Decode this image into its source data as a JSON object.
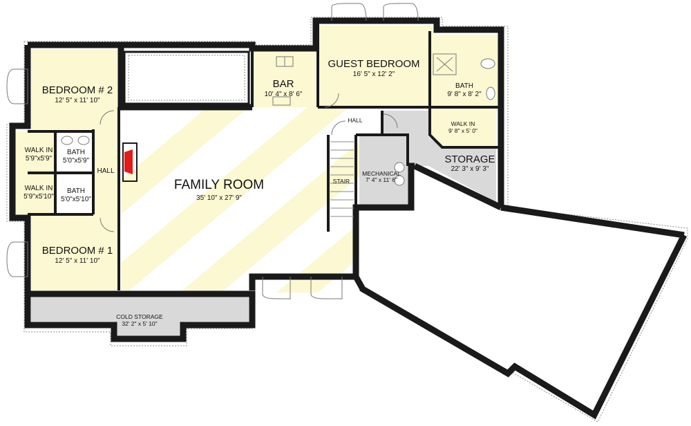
{
  "rooms": {
    "bedroom2": {
      "name": "BEDROOM # 2",
      "size": "12' 5\" x 11' 10\""
    },
    "bedroom1": {
      "name": "BEDROOM # 1",
      "size": "12' 5\" x 11' 10\""
    },
    "walkin_upper": {
      "name": "WALK IN",
      "size": "5'9\"x5'9\""
    },
    "walkin_lower": {
      "name": "WALK IN",
      "size": "5'9\"x5'10\""
    },
    "bath_upper": {
      "name": "BATH",
      "size": "5'0\"x5'9\""
    },
    "bath_lower": {
      "name": "BATH",
      "size": "5'0\"x5'10\""
    },
    "hall_left": {
      "name": "HALL"
    },
    "family_room": {
      "name": "FAMILY ROOM",
      "size": "35' 10\" x 27' 9\""
    },
    "bar": {
      "name": "BAR",
      "size": "10' 4\" x 8' 6\""
    },
    "guest_bedroom": {
      "name": "GUEST BEDROOM",
      "size": "16' 5\" x 12' 2\""
    },
    "bath_guest": {
      "name": "BATH",
      "size": "9' 8\" x 8' 2\""
    },
    "walkin_guest": {
      "name": "WALK IN",
      "size": "9' 8\" x 5' 0\""
    },
    "hall_right": {
      "name": "HALL"
    },
    "stair": {
      "name": "STAIR"
    },
    "mechanical": {
      "name": "MECHANICAL",
      "size": "7' 4\" x 11' 6\""
    },
    "storage": {
      "name": "STORAGE",
      "size": "22' 3\" x 9' 3\""
    },
    "cold_storage": {
      "name": "COLD STORAGE",
      "size": "32' 2\" x 5' 10\""
    }
  },
  "colors": {
    "room_yellow": "#fbf8d2",
    "storage_gray": "#d9d9d9",
    "wall": "#1a1a1a",
    "fireplace": "#e31b1b"
  }
}
